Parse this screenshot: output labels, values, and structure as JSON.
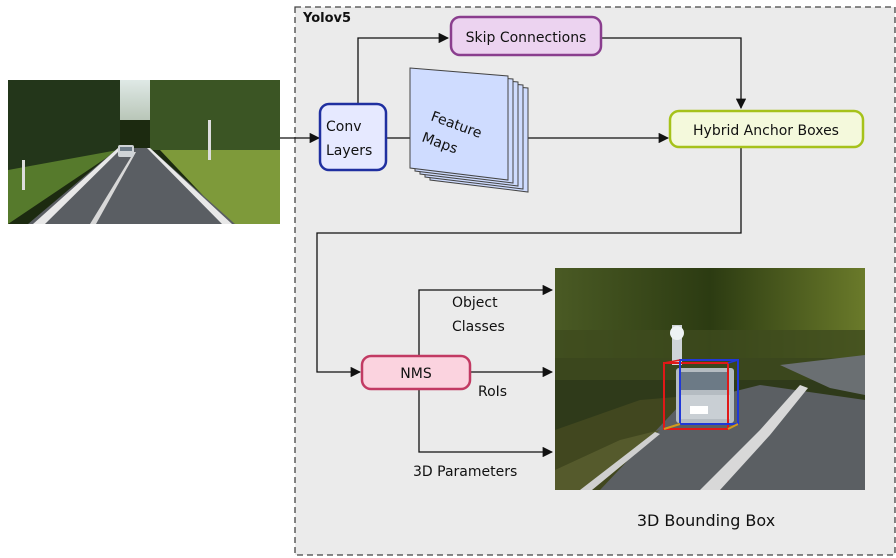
{
  "container": {
    "label": "Yolov5"
  },
  "nodes": {
    "conv": {
      "line1": "Conv",
      "line2": "Layers"
    },
    "feature_maps": {
      "line1": "Feature",
      "line2": "Maps"
    },
    "skip": {
      "label": "Skip Connections"
    },
    "hybrid": {
      "label": "Hybrid Anchor Boxes"
    },
    "nms": {
      "label": "NMS"
    }
  },
  "edges": {
    "object_classes": {
      "line1": "Object",
      "line2": "Classes"
    },
    "rois": {
      "label": "RoIs"
    },
    "params_3d": {
      "label": "3D Parameters"
    }
  },
  "output": {
    "caption": "3D Bounding Box"
  },
  "colors": {
    "container_bg": "#ebebeb",
    "conv_border": "#1f2fa0",
    "conv_fill": "#e6e9ff",
    "feature_fill": "#cfdcff",
    "feature_border": "#444444",
    "skip_border": "#8a3e8e",
    "skip_fill": "#ecd3f0",
    "hybrid_border": "#a6c21a",
    "hybrid_fill": "#f4f9dc",
    "nms_border": "#c23a63",
    "nms_fill": "#fbd3df"
  }
}
